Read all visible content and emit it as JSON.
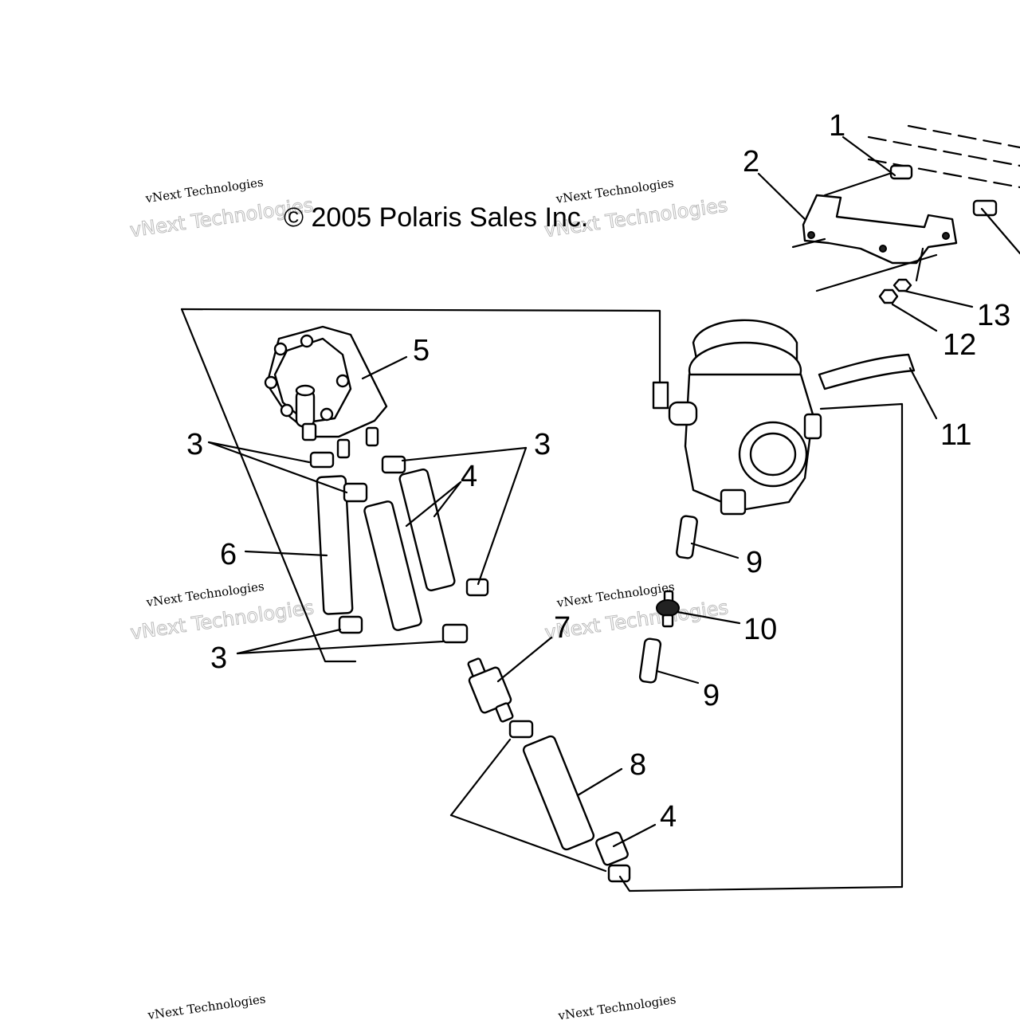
{
  "copyright": "© 2005 Polaris Sales Inc.",
  "watermark": {
    "line1": "vNext Technologies",
    "line2": "vNext Technologies"
  },
  "callouts": {
    "c1": "1",
    "c2": "2",
    "c3a": "3",
    "c3b": "3",
    "c3c": "3",
    "c4a": "4",
    "c4b": "4",
    "c5": "5",
    "c6": "6",
    "c7": "7",
    "c8": "8",
    "c9a": "9",
    "c9b": "9",
    "c10": "10",
    "c11": "11",
    "c12": "12",
    "c13": "13"
  }
}
